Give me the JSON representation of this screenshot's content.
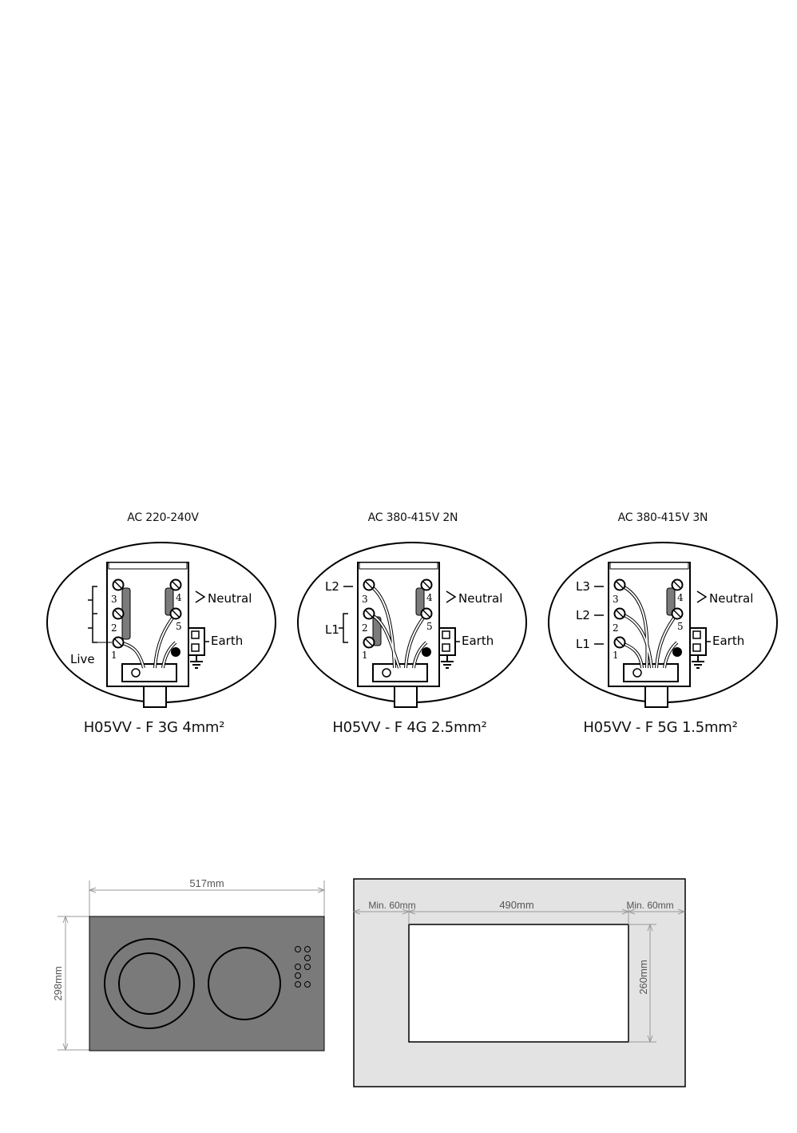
{
  "wiring": [
    {
      "supply": "AC 220-240V",
      "cable": "H05VV - F 3G 4mm²",
      "terminal_numbers": [
        "3",
        "2",
        "1",
        "4",
        "5"
      ],
      "neutral_label": "Neutral",
      "earth_label": "Earth",
      "live_label": "Live"
    },
    {
      "supply": "AC 380-415V 2N",
      "cable": "H05VV - F 4G 2.5mm²",
      "terminal_numbers": [
        "3",
        "2",
        "1",
        "4",
        "5"
      ],
      "neutral_label": "Neutral",
      "earth_label": "Earth",
      "phase_labels": [
        "L2",
        "L1"
      ]
    },
    {
      "supply": "AC 380-415V 3N",
      "cable": "H05VV - F 5G 1.5mm²",
      "terminal_numbers": [
        "3",
        "2",
        "1",
        "4",
        "5"
      ],
      "neutral_label": "Neutral",
      "earth_label": "Earth",
      "phase_labels": [
        "L3",
        "L2",
        "L1"
      ]
    }
  ],
  "hob_dimensions": {
    "width": "517mm",
    "depth": "298mm"
  },
  "cutout_dimensions": {
    "left_clearance": "Min. 60mm",
    "width": "490mm",
    "right_clearance": "Min. 60mm",
    "depth": "260mm"
  },
  "colors": {
    "hob_glass": "#7a7a7a",
    "worktop": "#e3e3e3",
    "wire_insulation": "#7b7b7b",
    "dimension_line": "#9a9a9a"
  }
}
